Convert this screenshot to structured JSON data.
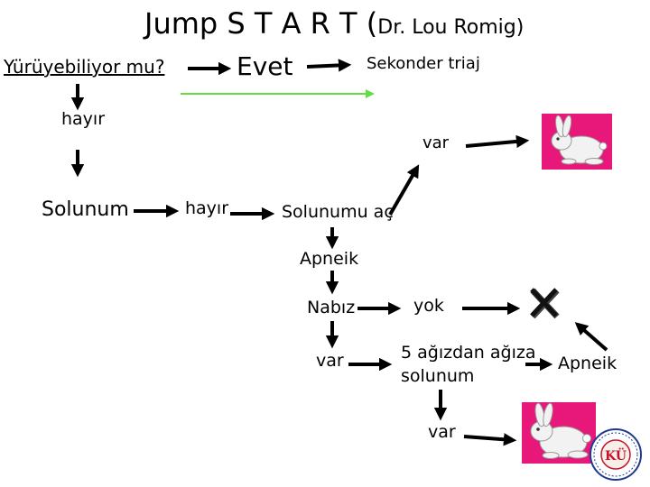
{
  "title": {
    "main": "Jump S T A R T (",
    "sub": "Dr. Lou Romig)"
  },
  "nodes": {
    "yuruyebiliyor": "Yürüyebiliyor mu?",
    "evet": "Evet",
    "sekonder": "Sekonder triaj",
    "hayir_1": "hayır",
    "var_top": "var",
    "solunum": "Solunum",
    "hayir_2": "hayır",
    "solunumu_ac": "Solunumu aç",
    "apneik_1": "Apneik",
    "nabiz": "Nabız",
    "yok": "yok",
    "var_nabiz": "var",
    "bes_agizdan_1": "5 ağızdan ağıza",
    "bes_agizdan_2": "solunum",
    "apneik_2": "Apneik",
    "var_bottom": "var"
  },
  "logo": {
    "text": "KÜ"
  },
  "colors": {
    "arrow": "#000000",
    "green_line": "#66dd44",
    "pink_box": "#e8177a",
    "logo_red": "#c8102e",
    "logo_blue": "#1f3a93"
  },
  "icons": [
    "rabbit-icon",
    "dead-x-icon",
    "university-seal-icon"
  ]
}
